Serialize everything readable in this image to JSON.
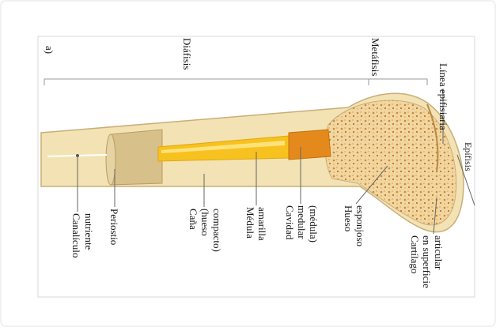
{
  "figure": {
    "panel_letter": "a)",
    "labels": {
      "diafisis": "Diáfisis",
      "metafisis": "Metáfisis",
      "linea_epifisiaria": "Línea epifisiaria",
      "epifisis": "Epífisis",
      "canaliculo_nutriente": [
        "Canalículo",
        "nutriente"
      ],
      "periostio": "Periostio",
      "cana": [
        "Caña",
        "(hueso",
        "compacto)"
      ],
      "medula_amarilla": [
        "Médula",
        "amarilla"
      ],
      "cavidad_medular": [
        "Cavidad",
        "medular",
        "(médula)"
      ],
      "hueso_esponjoso": [
        "Hueso",
        "esponjoso"
      ],
      "cartilago": [
        "Cartílago",
        "en superficie",
        "articular"
      ]
    }
  },
  "colors": {
    "bone_compact": "#f3e3b4",
    "bone_edge": "#c9ae78",
    "spongy": "#efc98a",
    "spongy_dot": "#c98a3d",
    "marrow_yellow": "#f7c21f",
    "marrow_light": "#ffe27a",
    "medular_orange": "#e48a1c",
    "periosteum": "#d8c08a",
    "frame": "#d0d0d0"
  }
}
